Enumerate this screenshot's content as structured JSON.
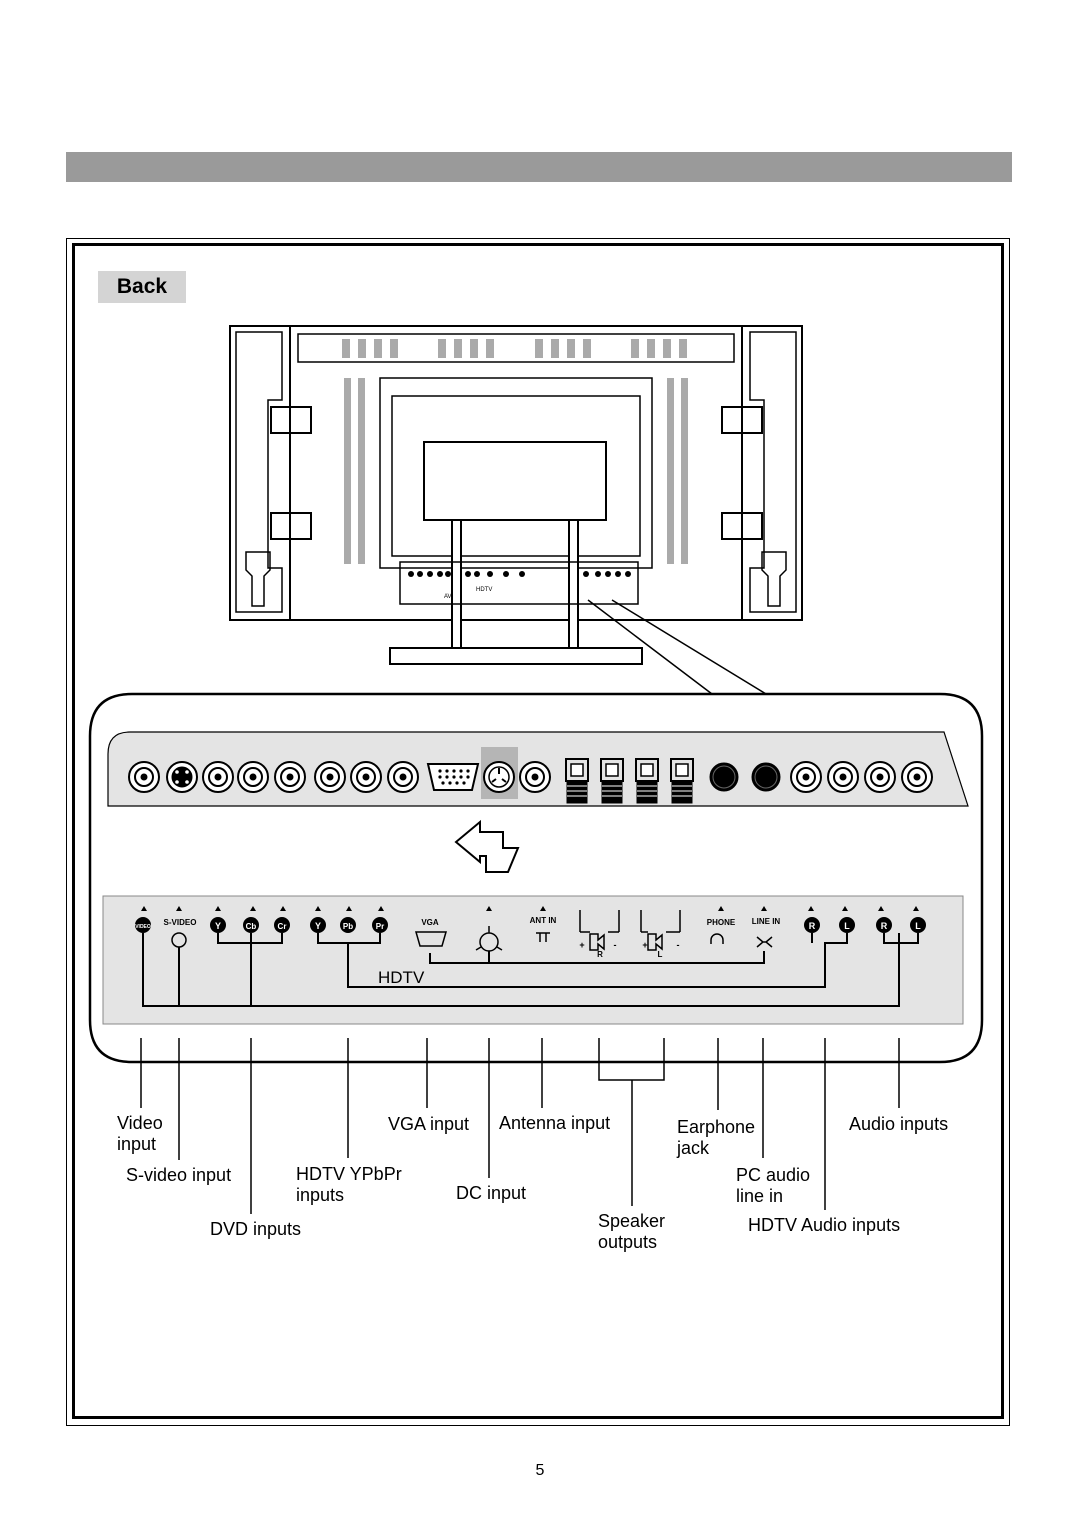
{
  "title": "Back",
  "tv_back": {
    "av_label": "AV",
    "hdtv_label": "HDTV"
  },
  "panel": {
    "jack_labels": {
      "video": "VIDEO",
      "s_video": "S-VIDEO",
      "dvd_y": "Y",
      "dvd_cb": "Cb",
      "dvd_cr": "Cr",
      "hdtv_y": "Y",
      "hdtv_pb": "Pb",
      "hdtv_pr": "Pr",
      "vga": "VGA",
      "ant_in": "ANT IN",
      "phone": "PHONE",
      "line_in": "LINE IN",
      "audio_r1": "R",
      "audio_l1": "L",
      "audio_r2": "R",
      "audio_l2": "L",
      "speaker_r_plus": "+",
      "speaker_r_minus": "-",
      "speaker_r": "R",
      "speaker_l_plus": "+",
      "speaker_l_minus": "-",
      "speaker_l": "L"
    },
    "hdtv_bracket_label": "HDTV"
  },
  "callouts": {
    "video_input": "Video\ninput",
    "s_video_input": "S-video input",
    "dvd_inputs": "DVD inputs",
    "hdtv_ypbpr_inputs": "HDTV YPbPr\ninputs",
    "vga_input": "VGA input",
    "dc_input": "DC input",
    "antenna_input": "Antenna input",
    "speaker_outputs": "Speaker\noutputs",
    "earphone_jack": "Earphone\njack",
    "pc_audio_line_in": "PC audio\nline in",
    "audio_inputs": "Audio inputs",
    "hdtv_audio_inputs": "HDTV Audio inputs"
  },
  "page_number": "5"
}
